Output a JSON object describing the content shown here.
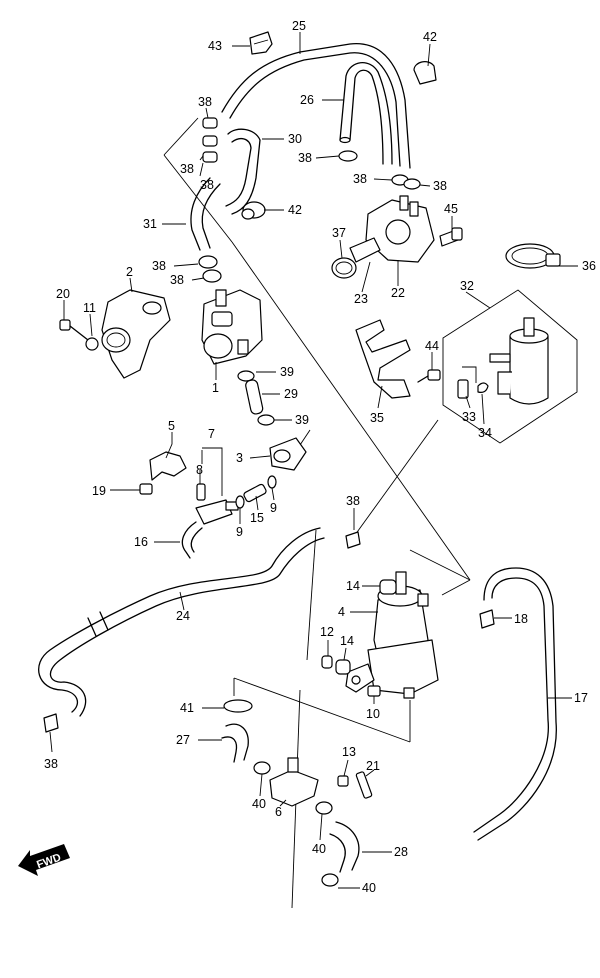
{
  "callouts": [
    {
      "id": "c43",
      "text": "43"
    },
    {
      "id": "c25",
      "text": "25"
    },
    {
      "id": "c42a",
      "text": "42"
    },
    {
      "id": "c38a",
      "text": "38"
    },
    {
      "id": "c26",
      "text": "26"
    },
    {
      "id": "c30",
      "text": "30"
    },
    {
      "id": "c38b",
      "text": "38"
    },
    {
      "id": "c38c",
      "text": "38"
    },
    {
      "id": "c38d",
      "text": "38"
    },
    {
      "id": "c38e",
      "text": "38"
    },
    {
      "id": "c38f",
      "text": "38"
    },
    {
      "id": "c31",
      "text": "31"
    },
    {
      "id": "c42b",
      "text": "42"
    },
    {
      "id": "c45",
      "text": "45"
    },
    {
      "id": "c37",
      "text": "37"
    },
    {
      "id": "c36",
      "text": "36"
    },
    {
      "id": "c38g",
      "text": "38"
    },
    {
      "id": "c38h",
      "text": "38"
    },
    {
      "id": "c2",
      "text": "2"
    },
    {
      "id": "c20",
      "text": "20"
    },
    {
      "id": "c11",
      "text": "11"
    },
    {
      "id": "c23",
      "text": "23"
    },
    {
      "id": "c22",
      "text": "22"
    },
    {
      "id": "c32",
      "text": "32"
    },
    {
      "id": "c44",
      "text": "44"
    },
    {
      "id": "c1",
      "text": "1"
    },
    {
      "id": "c39a",
      "text": "39"
    },
    {
      "id": "c29",
      "text": "29"
    },
    {
      "id": "c39b",
      "text": "39"
    },
    {
      "id": "c35",
      "text": "35"
    },
    {
      "id": "c33",
      "text": "33"
    },
    {
      "id": "c34",
      "text": "34"
    },
    {
      "id": "c5",
      "text": "5"
    },
    {
      "id": "c7",
      "text": "7"
    },
    {
      "id": "c3",
      "text": "3"
    },
    {
      "id": "c8",
      "text": "8"
    },
    {
      "id": "c19",
      "text": "19"
    },
    {
      "id": "c9a",
      "text": "9"
    },
    {
      "id": "c15",
      "text": "15"
    },
    {
      "id": "c9b",
      "text": "9"
    },
    {
      "id": "c38i",
      "text": "38"
    },
    {
      "id": "c16",
      "text": "16"
    },
    {
      "id": "c14a",
      "text": "14"
    },
    {
      "id": "c24",
      "text": "24"
    },
    {
      "id": "c4",
      "text": "4"
    },
    {
      "id": "c18",
      "text": "18"
    },
    {
      "id": "c12",
      "text": "12"
    },
    {
      "id": "c14b",
      "text": "14"
    },
    {
      "id": "c17",
      "text": "17"
    },
    {
      "id": "c41",
      "text": "41"
    },
    {
      "id": "c10",
      "text": "10"
    },
    {
      "id": "c27",
      "text": "27"
    },
    {
      "id": "c38j",
      "text": "38"
    },
    {
      "id": "c13",
      "text": "13"
    },
    {
      "id": "c21",
      "text": "21"
    },
    {
      "id": "c40a",
      "text": "40"
    },
    {
      "id": "c6",
      "text": "6"
    },
    {
      "id": "c40b",
      "text": "40"
    },
    {
      "id": "c28",
      "text": "28"
    },
    {
      "id": "c40c",
      "text": "40"
    }
  ],
  "fwd_label": "FWD"
}
